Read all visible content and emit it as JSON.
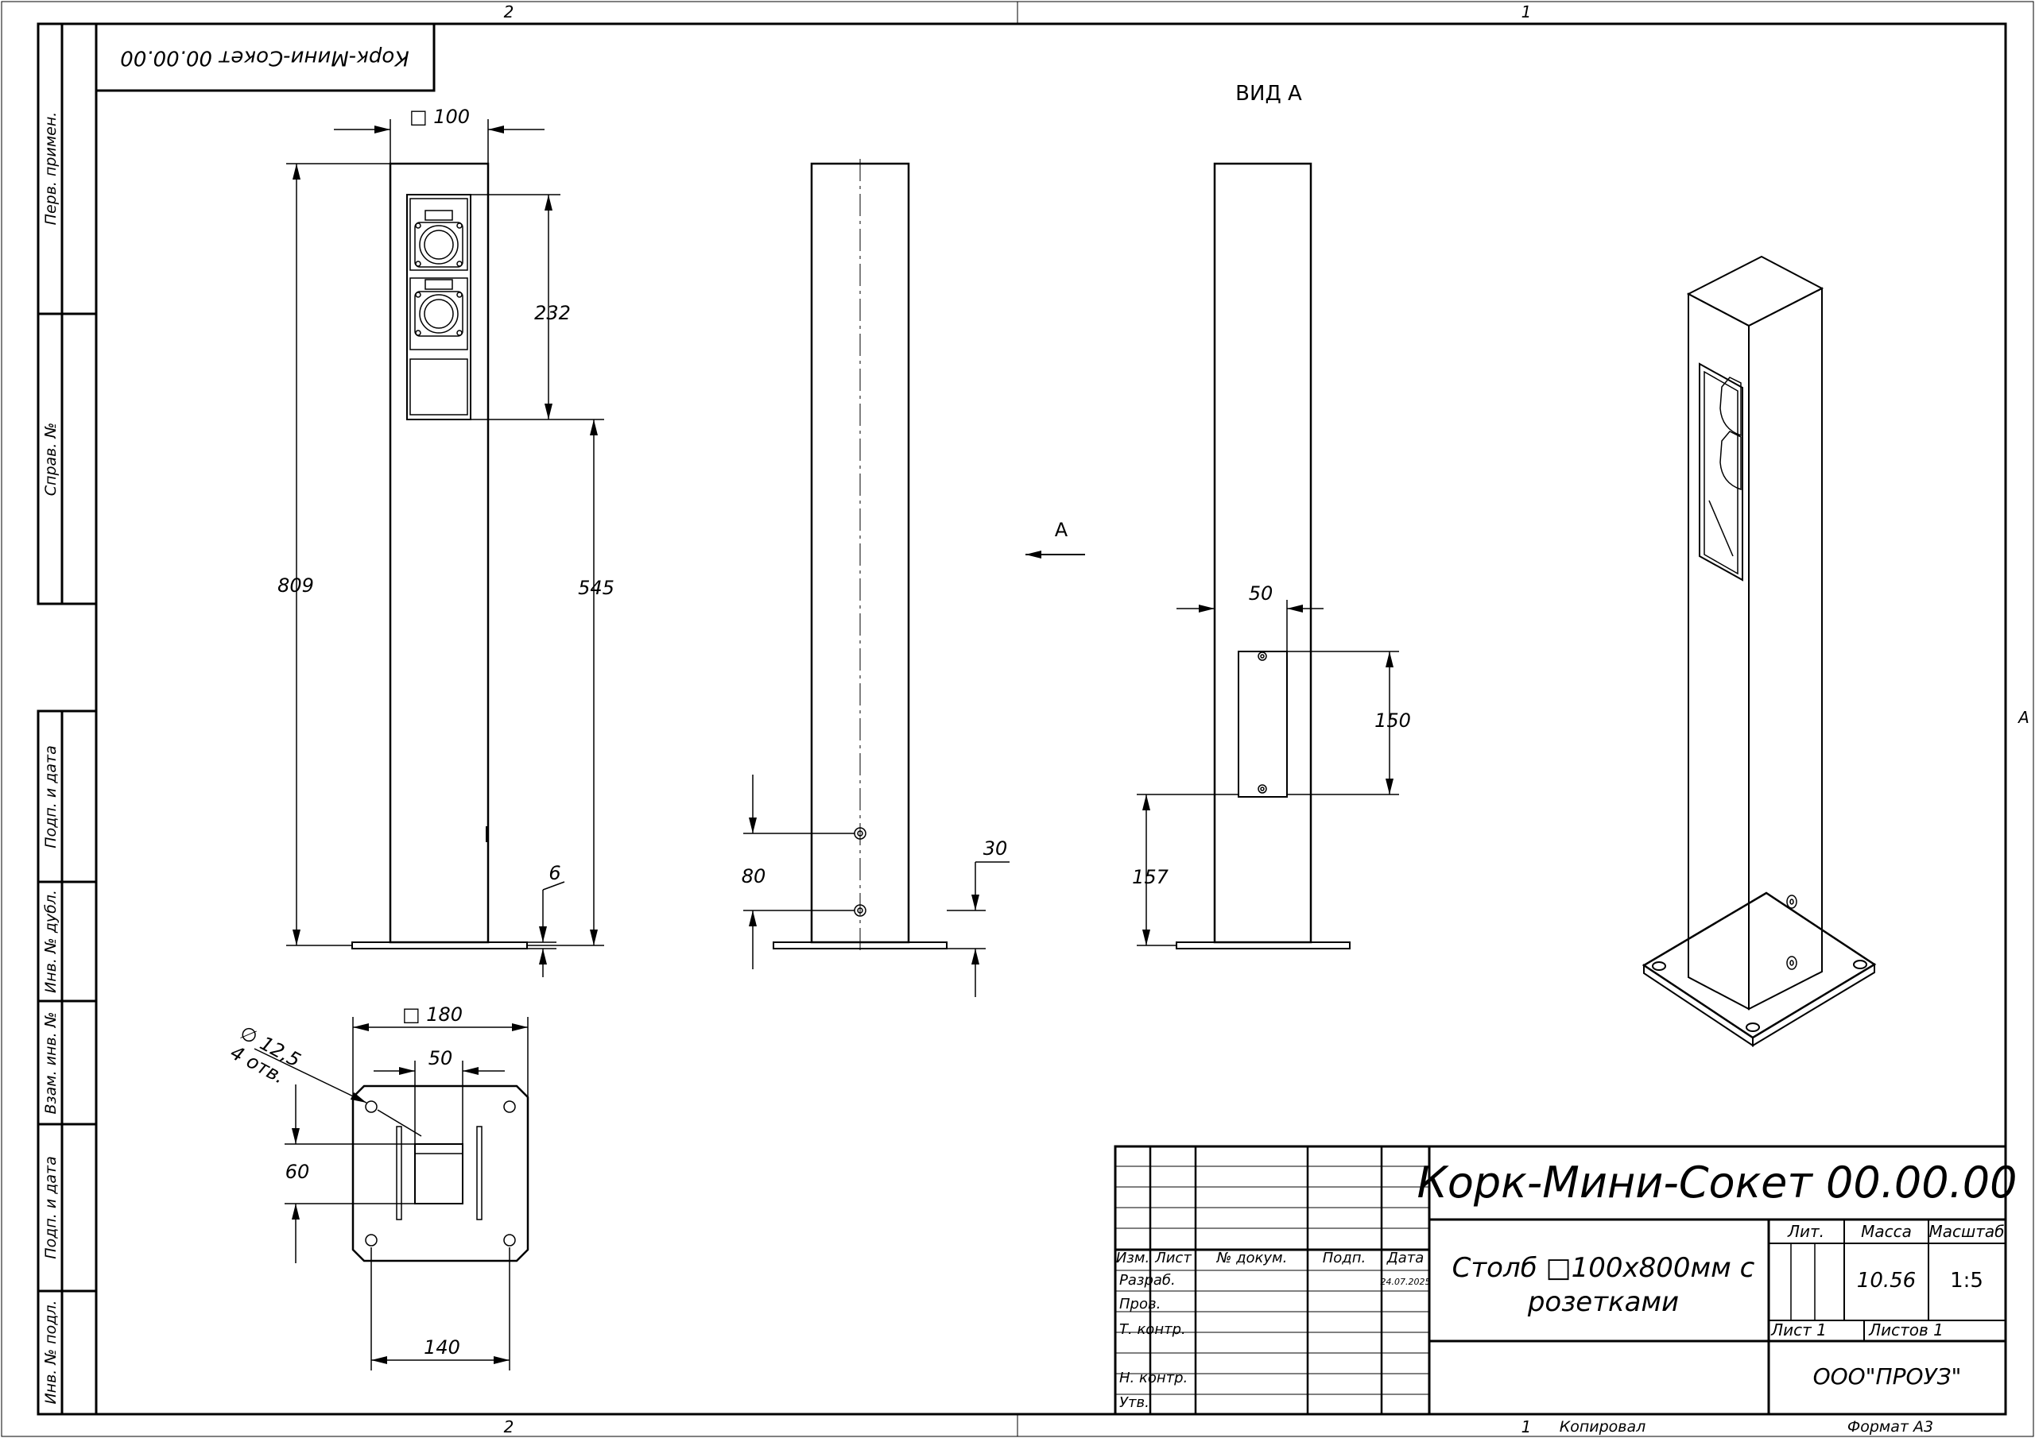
{
  "frame": {
    "zone_top_left": "2",
    "zone_top_right": "1",
    "zone_bottom_left": "2",
    "zone_bottom_right": "1",
    "zone_right": "A"
  },
  "left_margin": {
    "perv_primen": "Перв. примен.",
    "sprav_no": "Справ. №",
    "podp_data_1": "Подп. и дата",
    "inv_no_dubl": "Инв. № дубл.",
    "vzam_inv_no": "Взам. инв. №",
    "podp_data_2": "Подп. и дата",
    "inv_no_podl": "Инв. № подл."
  },
  "top_stamp": "Корк-Мини-Сокет 00.00.00",
  "views": {
    "view_a_title": "ВИД А",
    "view_arrow_label": "А"
  },
  "dimensions": {
    "front_width": "□ 100",
    "front_height": "809",
    "front_socket_block": "232",
    "front_lower": "545",
    "front_plate": "6",
    "side_holes": "80",
    "side_bottom": "30",
    "back_width": "50",
    "back_panel": "150",
    "back_bottom": "157",
    "plan_size": "□ 180",
    "plan_hole_dia": "∅ 12,5",
    "plan_hole_count": "4 отв.",
    "plan_slot_gap": "50",
    "plan_offset": "60",
    "plan_hole_spacing": "140"
  },
  "title_block": {
    "designation": "Корк-Мини-Сокет 00.00.00",
    "name_line1": "Столб □100х800мм с",
    "name_line2": "розетками",
    "col_izm": "Изм.",
    "col_list": "Лист",
    "col_dokum": "№ докум.",
    "col_podp": "Подп.",
    "col_data": "Дата",
    "row_razrab": "Разраб.",
    "row_prov": "Пров.",
    "row_tkontr": "Т. контр.",
    "row_nkontr": "Н. контр.",
    "row_utv": "Утв.",
    "date_razrab": "24.07.2025",
    "lit_label": "Лит.",
    "massa_label": "Масса",
    "masshtab_label": "Масштаб",
    "massa_value": "10.56",
    "masshtab_value": "1:5",
    "list_label": "Лист 1",
    "listov_label": "Листов 1",
    "organization": "ООО\"ПРОУЗ\"",
    "kopiroval": "Копировал",
    "format": "Формат А3"
  }
}
